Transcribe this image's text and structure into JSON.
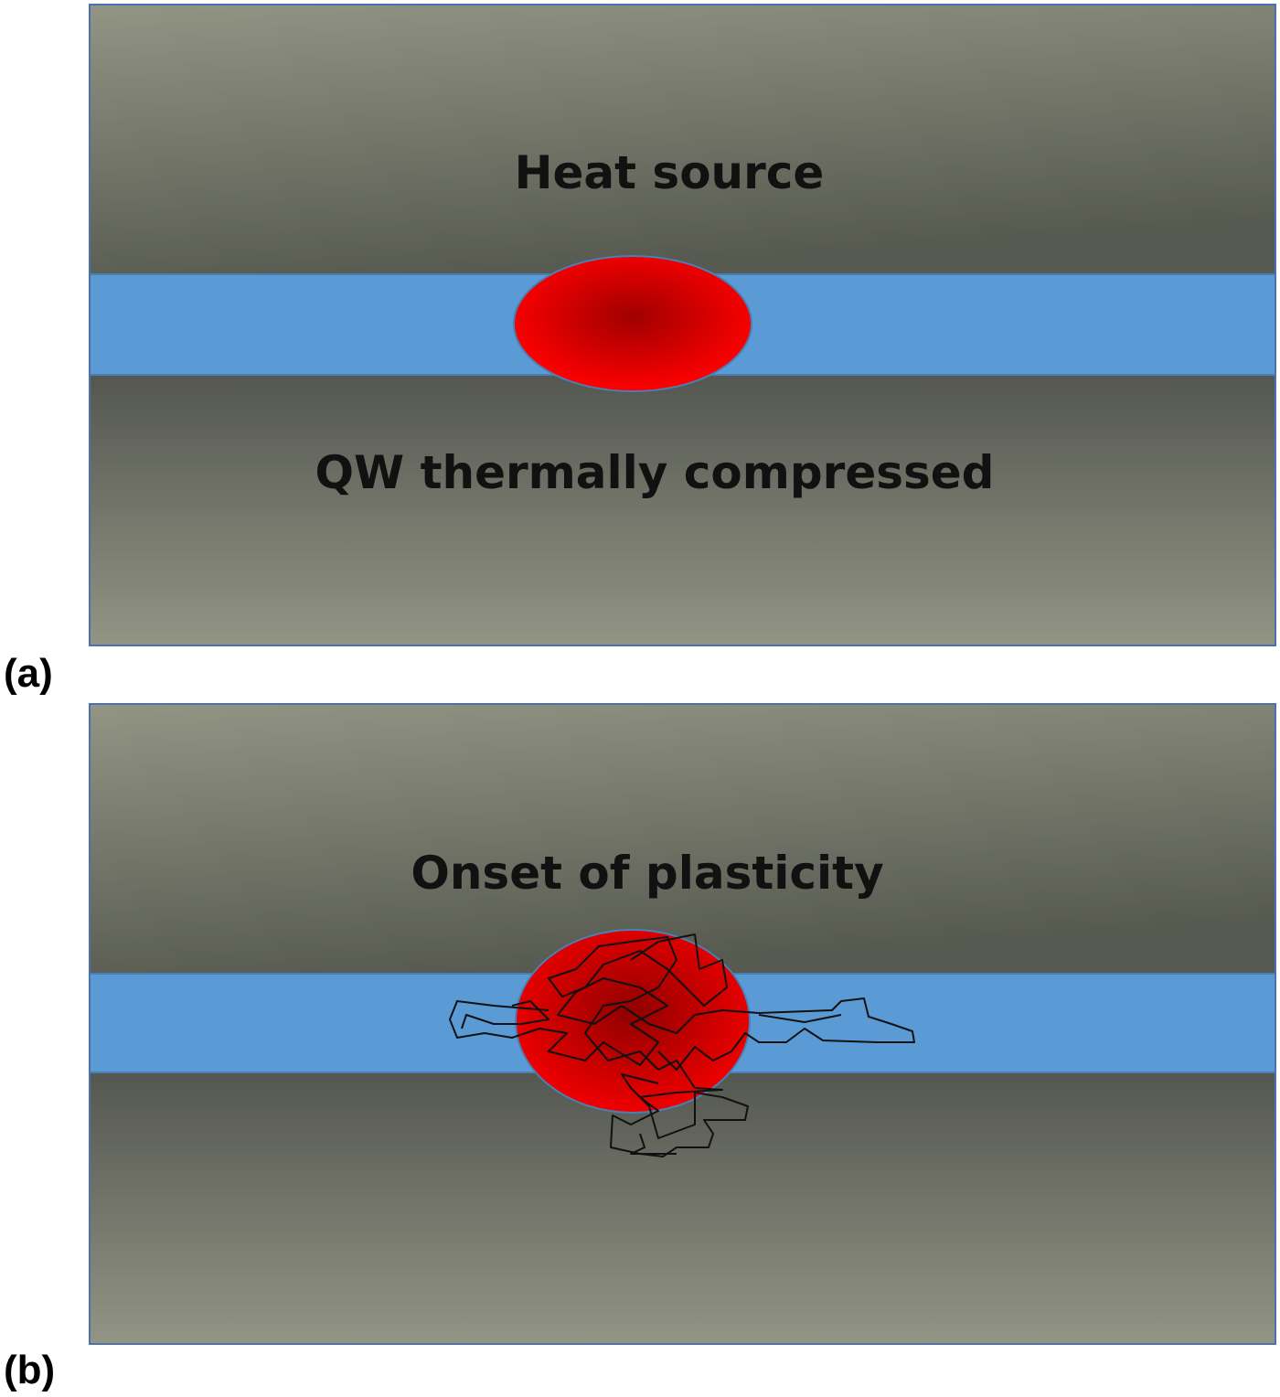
{
  "panels": [
    {
      "label": "(a)",
      "top_text": "Heat source",
      "bottom_text": "QW thermally compressed"
    },
    {
      "label": "(b)",
      "center_text": "Onset of plasticity"
    }
  ],
  "colors": {
    "gray_light": "#929484",
    "gray_dark": "#575a50",
    "quantum_well_blue": "#5b9bd5",
    "hotspot_red": "#ff0000",
    "hotspot_core": "#a00000",
    "dislocation_lines": "#111111"
  }
}
